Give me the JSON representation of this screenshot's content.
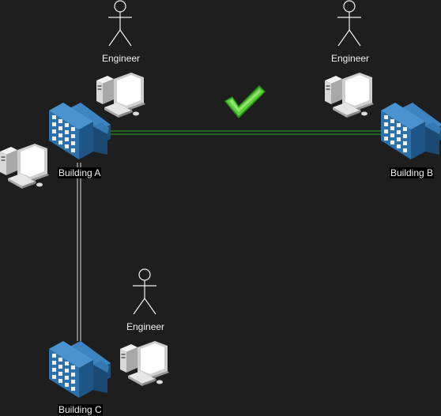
{
  "colors": {
    "background": "#1e1e1e",
    "link_ok": "#22aa22",
    "link_default": "#e0e0e0",
    "building": "#2a6ea3",
    "check": "#5ccf3a"
  },
  "nodes": {
    "engineer_a": {
      "label": "Engineer",
      "icon": "person-icon"
    },
    "engineer_b": {
      "label": "Engineer",
      "icon": "person-icon"
    },
    "engineer_c": {
      "label": "Engineer",
      "icon": "person-icon"
    },
    "building_a": {
      "label": "Building A",
      "icon": "building-icon"
    },
    "building_b": {
      "label": "Building B",
      "icon": "building-icon"
    },
    "building_c": {
      "label": "Building C",
      "icon": "building-icon"
    },
    "computers": {
      "icon": "desktop-computer-icon"
    },
    "status": {
      "icon": "checkmark-icon"
    }
  },
  "links": [
    {
      "from": "Building A",
      "to": "Building B",
      "status": "ok"
    },
    {
      "from": "Building A",
      "to": "Building C",
      "status": "default"
    }
  ]
}
